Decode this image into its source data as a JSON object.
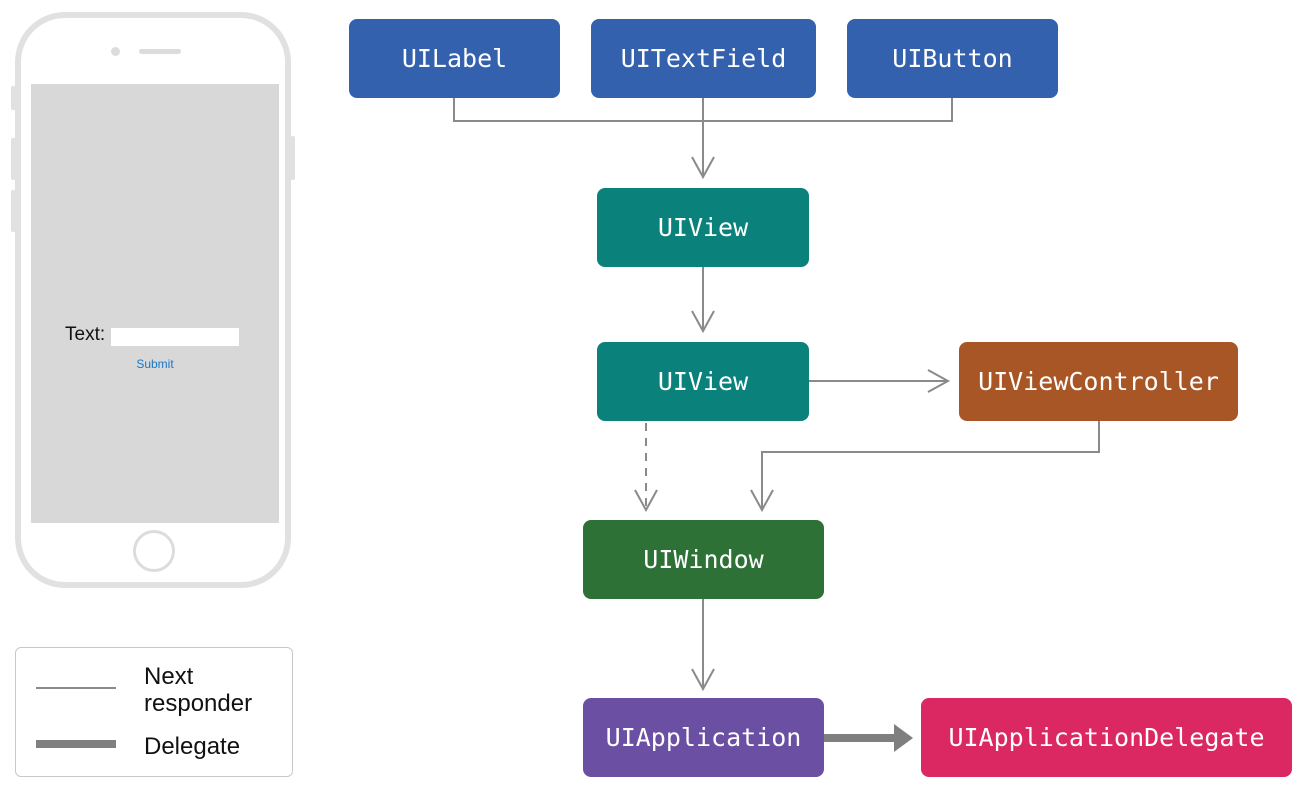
{
  "nodes": {
    "uilabel": {
      "label": "UILabel",
      "color": "#3461ad"
    },
    "uitextfield": {
      "label": "UITextField",
      "color": "#3461ad"
    },
    "uibutton": {
      "label": "UIButton",
      "color": "#3461ad"
    },
    "uiview_top": {
      "label": "UIView",
      "color": "#0a817b"
    },
    "uiview_mid": {
      "label": "UIView",
      "color": "#0a817b"
    },
    "uiviewcontroller": {
      "label": "UIViewController",
      "color": "#a95626"
    },
    "uiwindow": {
      "label": "UIWindow",
      "color": "#2e7136"
    },
    "uiapplication": {
      "label": "UIApplication",
      "color": "#6b4fa3"
    },
    "uiapplicationdelegate": {
      "label": "UIApplicationDelegate",
      "color": "#db2863"
    }
  },
  "phone": {
    "text_label": "Text:",
    "submit_label": "Submit"
  },
  "legend": {
    "next_responder": "Next responder",
    "delegate": "Delegate"
  },
  "colors": {
    "next_responder_line": "#8a8a8a",
    "delegate_line": "#7f7f7f"
  }
}
